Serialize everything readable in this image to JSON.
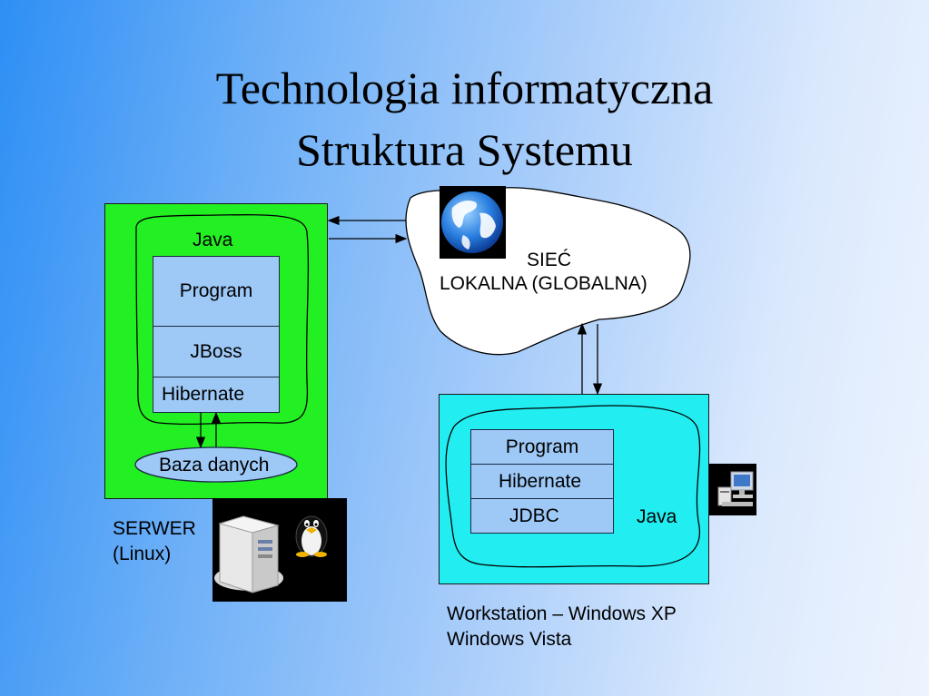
{
  "slide": {
    "title_line1": "Technologia informatyczna",
    "title_line2": "Struktura Systemu"
  },
  "server": {
    "java_label": "Java",
    "stack": [
      "Program",
      "JBoss",
      "Hibernate"
    ],
    "database_label": "Baza danych",
    "caption_line1": "SERWER",
    "caption_line2": "(Linux)",
    "icons": [
      "server-tower-icon",
      "tux-penguin-icon"
    ],
    "colors": {
      "box": "#22f022",
      "stack": "#9ec9f7"
    }
  },
  "network": {
    "label_line1": "SIEĆ",
    "label_line2": "LOKALNA (GLOBALNA)",
    "icon": "globe-icon"
  },
  "workstation": {
    "stack": [
      "Program",
      "Hibernate",
      "JDBC"
    ],
    "java_label": "Java",
    "caption_line1": "Workstation – Windows  XP",
    "caption_line2": "Windows Vista",
    "icon": "desktop-computer-icon",
    "colors": {
      "box": "#22eef2"
    }
  }
}
